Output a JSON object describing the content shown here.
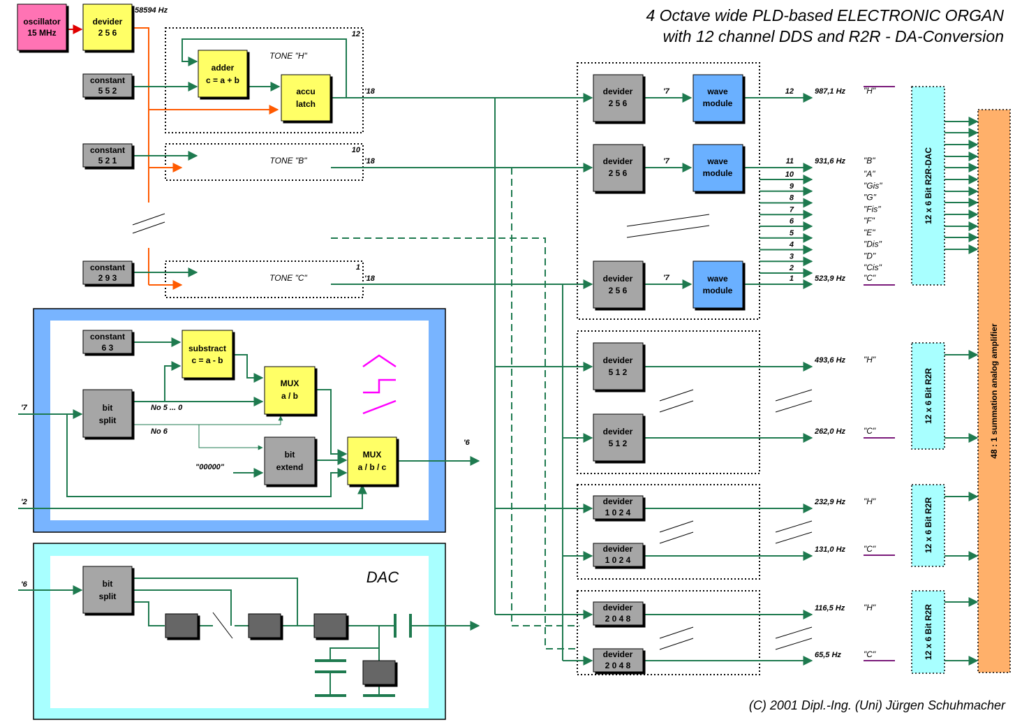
{
  "title": {
    "line1": "4 Octave wide PLD-based ELECTRONIC ORGAN",
    "line2": "with 12 channel DDS and R2R - DA-Conversion"
  },
  "copyright": "(C) 2001 Dipl.-Ing. (Uni) Jürgen Schuhmacher",
  "colors": {
    "wire": "#1e7a4f",
    "clock": "#ff5a00",
    "oscillator": "#ff73b4",
    "yellow_block": "#ffff66",
    "gray_block": "#a6a6a6",
    "wave_module": "#6ab0ff",
    "dac": "#a8ffff",
    "amplifier": "#ffb06a",
    "waveform": "#ff00ff"
  },
  "clock": {
    "oscillator": [
      "oscillator",
      "15 MHz"
    ],
    "devider": [
      "devider",
      "2 5 6"
    ],
    "freq": "58594 Hz"
  },
  "tones": [
    {
      "const": [
        "constant",
        "5 5 2"
      ],
      "label": "TONE \"H\"",
      "num": "12",
      "bus": "'18"
    },
    {
      "const": [
        "constant",
        "5 2 1"
      ],
      "label": "TONE \"B\"",
      "num": "10",
      "bus": "'18"
    },
    {
      "const": [
        "constant",
        "2 9 3"
      ],
      "label": "TONE \"C\"",
      "num": "1",
      "bus": "'18"
    }
  ],
  "accumulator": {
    "adder": [
      "adder",
      "c = a + b"
    ],
    "latch": [
      "accu",
      "latch"
    ]
  },
  "wave_section": {
    "constant": [
      "constant",
      "6 3"
    ],
    "substract": [
      "substract",
      "c = a - b"
    ],
    "mux_ab": [
      "MUX",
      "a / b"
    ],
    "bit_split": [
      "bit",
      "split"
    ],
    "bit_extend": [
      "bit",
      "extend"
    ],
    "mux_abc": [
      "MUX",
      "a / b / c"
    ],
    "label_no50": "No 5 ... 0",
    "label_no6": "No 6",
    "zeros": "\"00000\"",
    "in_bus": "'7",
    "in_sel": "'2",
    "out_bus": "'6"
  },
  "dac_section": {
    "title": "DAC",
    "bit_split": [
      "bit",
      "split"
    ],
    "in_bus": "'6"
  },
  "octave1": {
    "blocks": [
      {
        "devider": [
          "devider",
          "2 5 6"
        ],
        "bus": "'7",
        "wave": [
          "wave",
          "module"
        ],
        "out": "12",
        "freq": "987,1 Hz",
        "note": "\"H\""
      },
      {
        "devider": [
          "devider",
          "2 5 6"
        ],
        "bus": "'7",
        "wave": [
          "wave",
          "module"
        ],
        "out": "11",
        "freq": "931,6 Hz",
        "note": "\"B\""
      },
      {
        "devider": [
          "devider",
          "2 5 6"
        ],
        "bus": "'7",
        "wave": [
          "wave",
          "module"
        ],
        "out": "1",
        "freq": "523,9 Hz",
        "note": "\"C\""
      }
    ],
    "channels": [
      "10",
      "9",
      "8",
      "7",
      "6",
      "5",
      "4",
      "3",
      "2"
    ],
    "notes": [
      "\"A\"",
      "\"Gis\"",
      "\"G\"",
      "\"Fis\"",
      "\"F\"",
      "\"E\"",
      "\"Dis\"",
      "\"D\"",
      "\"Cis\""
    ]
  },
  "octaves": [
    {
      "devider": [
        "devider",
        "5 1 2"
      ],
      "high": {
        "freq": "493,6 Hz",
        "note": "\"H\""
      },
      "low": {
        "freq": "262,0 Hz",
        "note": "\"C\""
      }
    },
    {
      "devider": [
        "devider",
        "1 0 2 4"
      ],
      "high": {
        "freq": "232,9 Hz",
        "note": "\"H\""
      },
      "low": {
        "freq": "131,0 Hz",
        "note": "\"C\""
      }
    },
    {
      "devider": [
        "devider",
        "2 0 4 8"
      ],
      "high": {
        "freq": "116,5 Hz",
        "note": "\"H\""
      },
      "low": {
        "freq": "65,5 Hz",
        "note": "\"C\""
      }
    }
  ],
  "dacs": [
    "12 x 6 Bit R2R-DAC",
    "12 x 6 Bit R2R",
    "12 x 6 Bit R2R",
    "12 x 6 Bit R2R"
  ],
  "amplifier": "48 : 1 summation analog amplifier"
}
